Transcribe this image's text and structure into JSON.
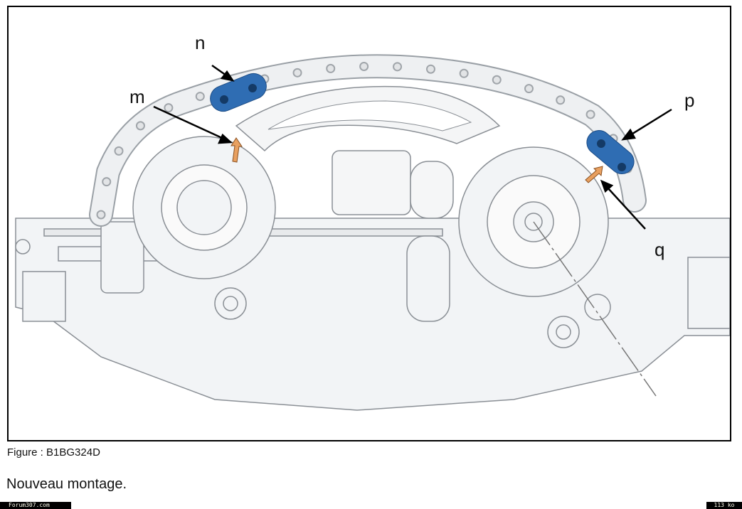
{
  "figure": {
    "labels": {
      "n": "n",
      "m": "m",
      "p": "p",
      "q": "q"
    },
    "colors": {
      "guide": "#2f6db3",
      "marker": "#e8a060",
      "body": "#f2f4f6",
      "outline": "#8a8f95"
    }
  },
  "caption": "Figure : B1BG324D",
  "note": "Nouveau montage.",
  "footer": {
    "site": "Forum307.com",
    "size": "113 ko"
  }
}
